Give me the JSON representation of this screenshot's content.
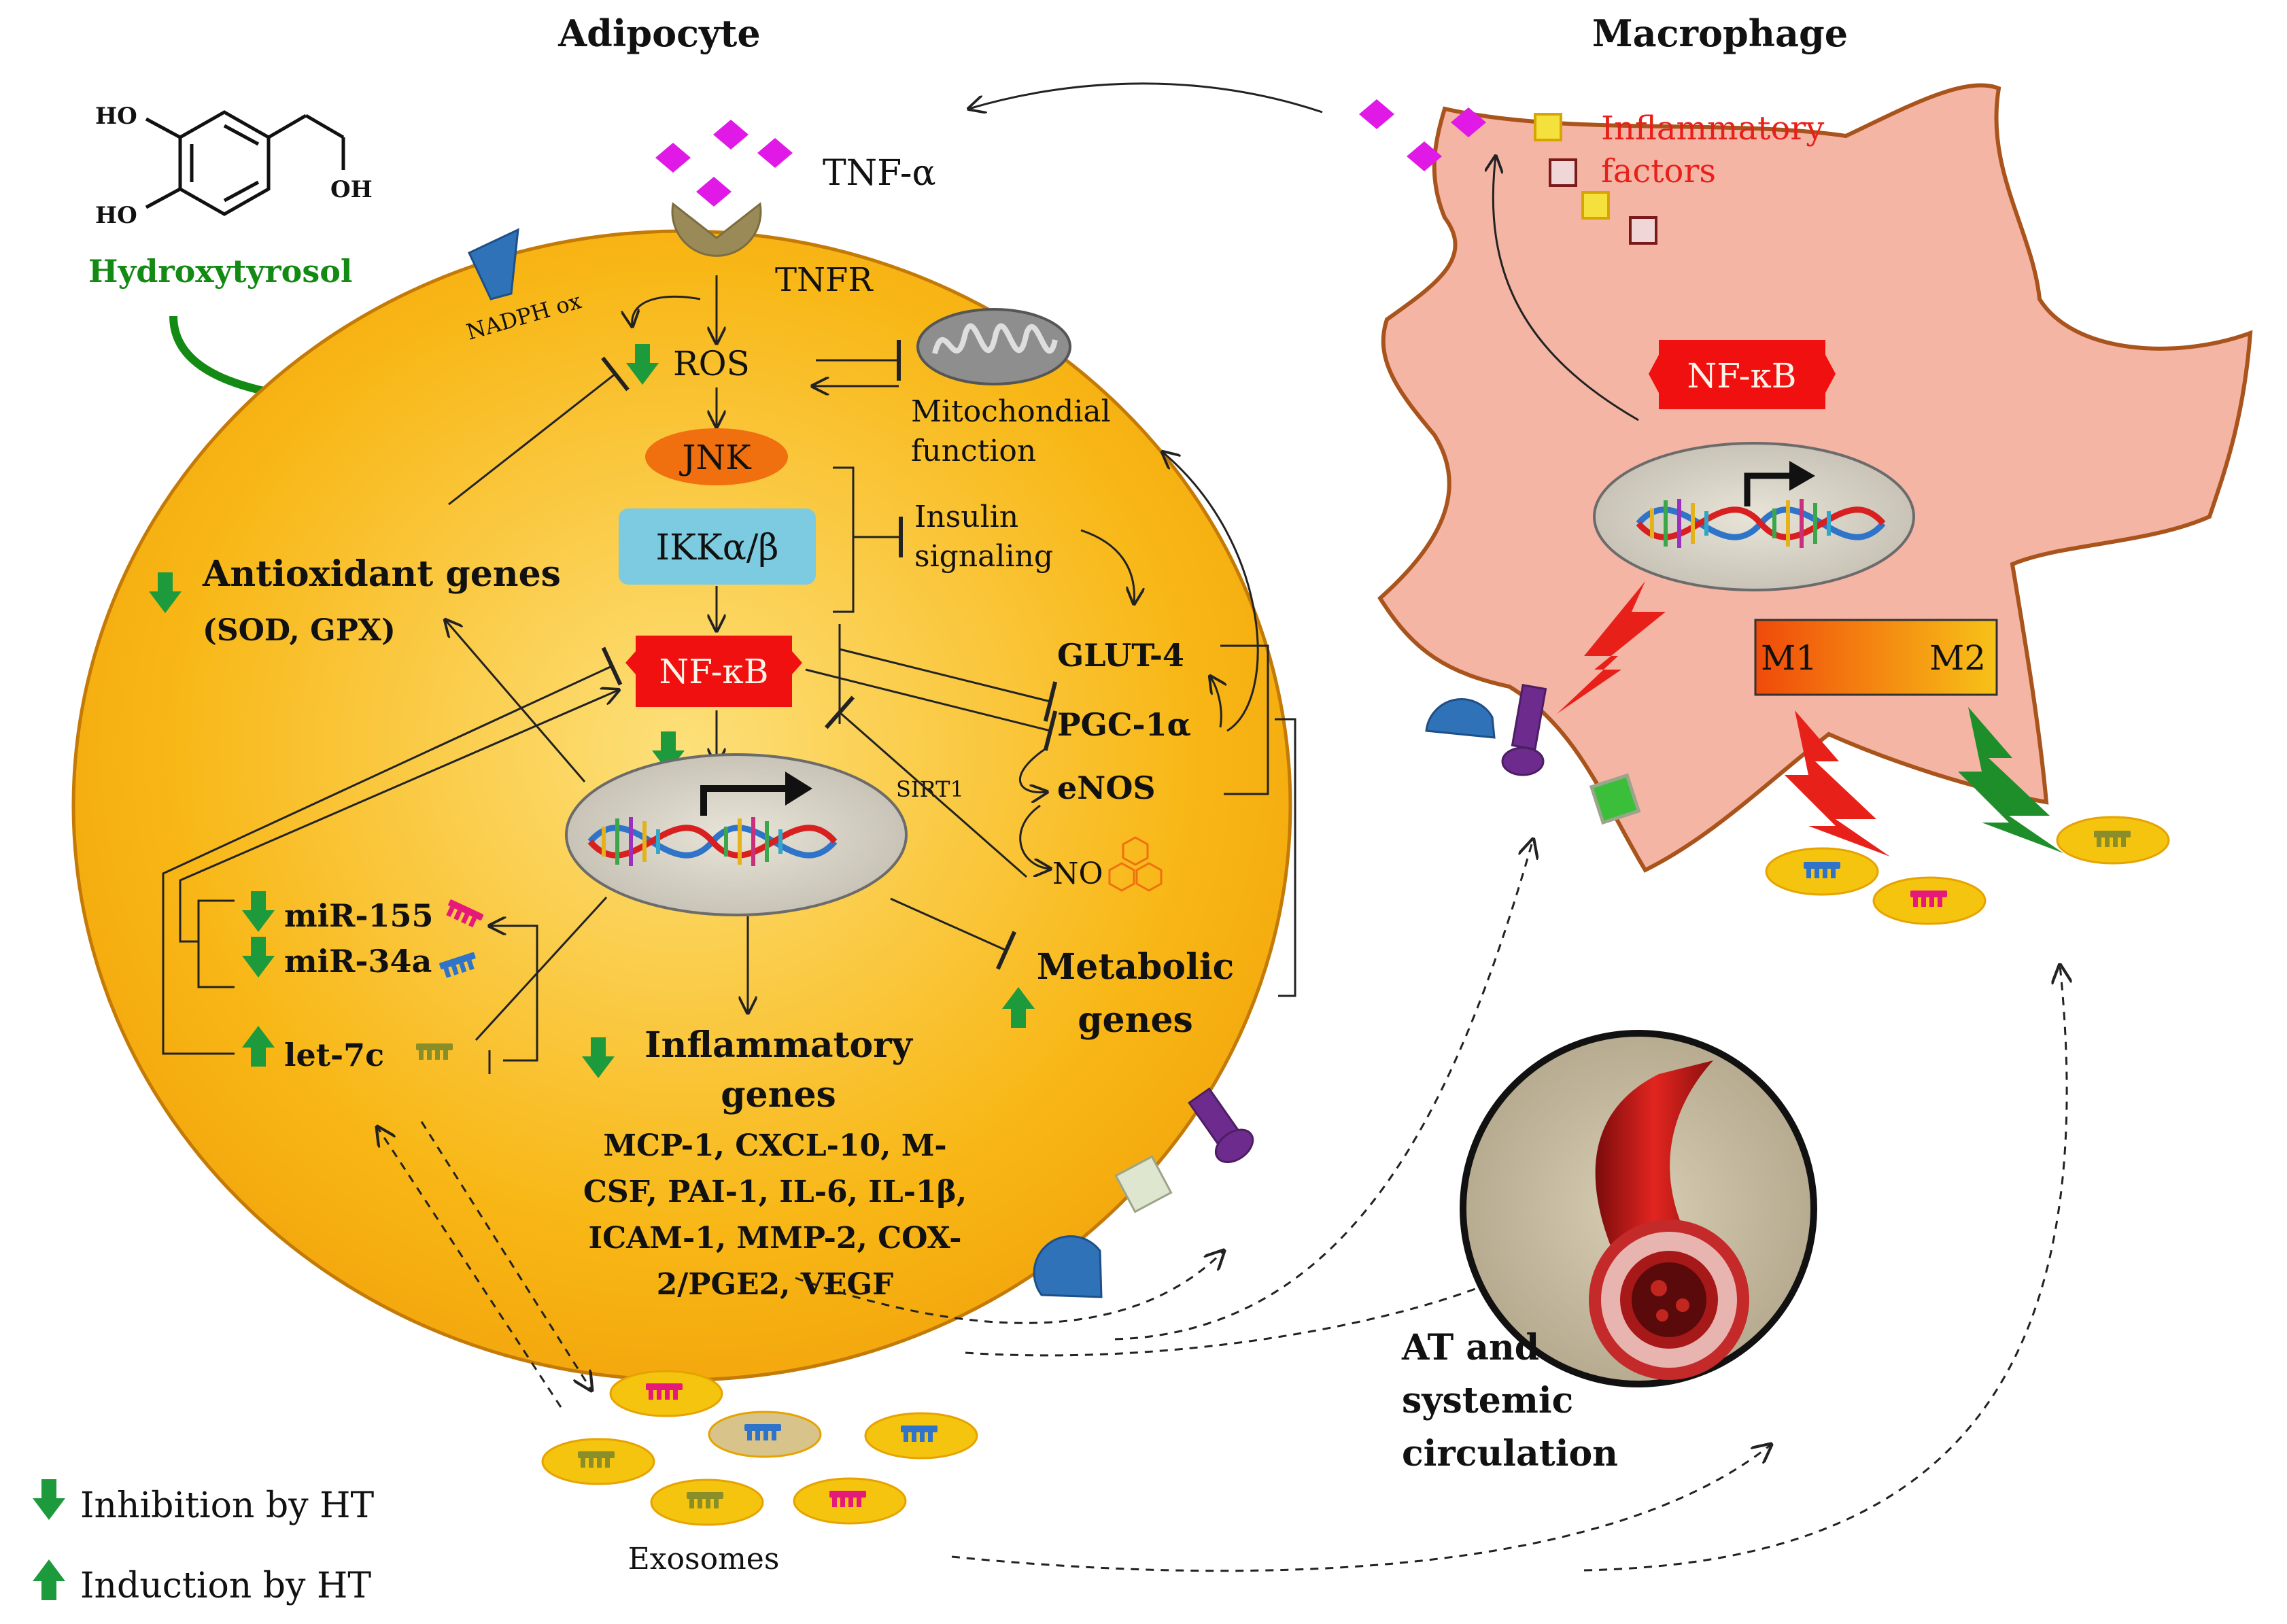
{
  "titles": {
    "adipocyte": "Adipocyte",
    "macrophage": "Macrophage"
  },
  "compound": {
    "name": "Hydroxytyrosol",
    "ho1": "HO",
    "ho2": "HO",
    "oh": "OH"
  },
  "signals": {
    "tnf": "TNF-α",
    "tnfr": "TNFR",
    "nadph": "NADPH ox",
    "ros": "ROS",
    "mito_line1": "Mitochondial",
    "mito_line2": "function",
    "jnk": "JNK",
    "ikk": "IKKα/β",
    "insulin_line1": "Insulin",
    "insulin_line2": "signaling",
    "nfkb": "NF-κB",
    "glut4": "GLUT-4",
    "pgc": "PGC-1α",
    "enos": "eNOS",
    "sirt1": "SIRT1",
    "no": "NO"
  },
  "genes": {
    "antioxidant_title": "Antioxidant genes",
    "antioxidant_list": "(SOD, GPX)",
    "metabolic_line1": "Metabolic",
    "metabolic_line2": "genes",
    "inflammatory_line1": "Inflammatory",
    "inflammatory_line2": "genes",
    "inflammatory_list": [
      "MCP-1, CXCL-10, M-",
      "CSF, PAI-1, IL-6, IL-1β,",
      "ICAM-1, MMP-2, COX-",
      "2/PGE2, VEGF"
    ]
  },
  "mirnas": [
    "miR-155",
    "miR-34a",
    "let-7c"
  ],
  "macrophage": {
    "inflammatory_line1": "Inflammatory",
    "inflammatory_line2": "factors",
    "nfkb": "NF-κB",
    "m1": "M1",
    "m2": "M2"
  },
  "circulation": {
    "line1": "AT and",
    "line2": "systemic",
    "line3": "circulation"
  },
  "exosomes": "Exosomes",
  "legend": {
    "inhibition": "Inhibition by HT",
    "induction": "Induction by HT"
  },
  "colors": {
    "cell_fill": "#f7b70f",
    "macrophage_fill": "#f4b5a5",
    "nfkb_red": "#f01010",
    "jnk_orange": "#f07010",
    "ikk_blue": "#7ccbe0",
    "arrow_green": "#1d9a3c",
    "compound_green": "#138a13",
    "inflammatory_red": "#e8201a",
    "tnf_magenta": "#e019e6"
  }
}
